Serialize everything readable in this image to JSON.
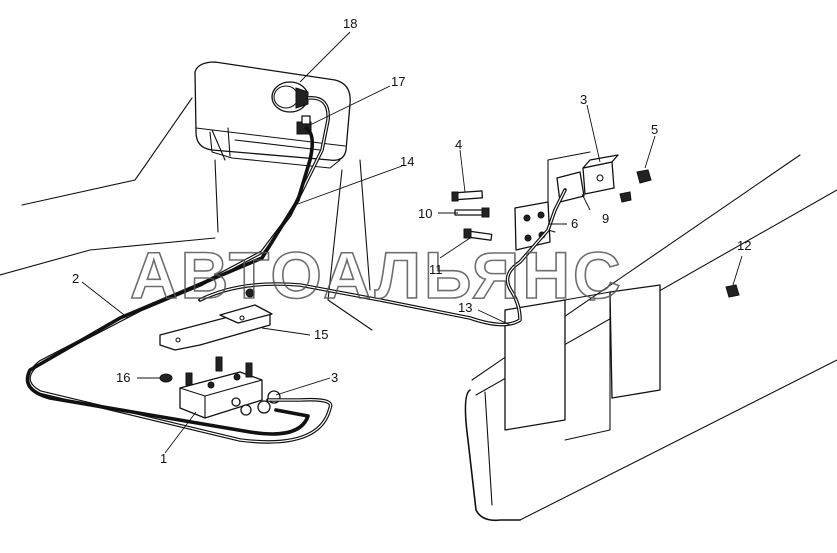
{
  "watermark": "АВТОАЛЬЯНС",
  "callouts": [
    {
      "id": "c1",
      "label": "1"
    },
    {
      "id": "c2",
      "label": "2"
    },
    {
      "id": "c3a",
      "label": "3"
    },
    {
      "id": "c3b",
      "label": "3"
    },
    {
      "id": "c4",
      "label": "4"
    },
    {
      "id": "c5",
      "label": "5"
    },
    {
      "id": "c6",
      "label": "6"
    },
    {
      "id": "c9",
      "label": "9"
    },
    {
      "id": "c10",
      "label": "10"
    },
    {
      "id": "c11",
      "label": "11"
    },
    {
      "id": "c12",
      "label": "12"
    },
    {
      "id": "c13",
      "label": "13"
    },
    {
      "id": "c14",
      "label": "14"
    },
    {
      "id": "c15",
      "label": "15"
    },
    {
      "id": "c16",
      "label": "16"
    },
    {
      "id": "c17",
      "label": "17"
    },
    {
      "id": "c18",
      "label": "18"
    }
  ]
}
